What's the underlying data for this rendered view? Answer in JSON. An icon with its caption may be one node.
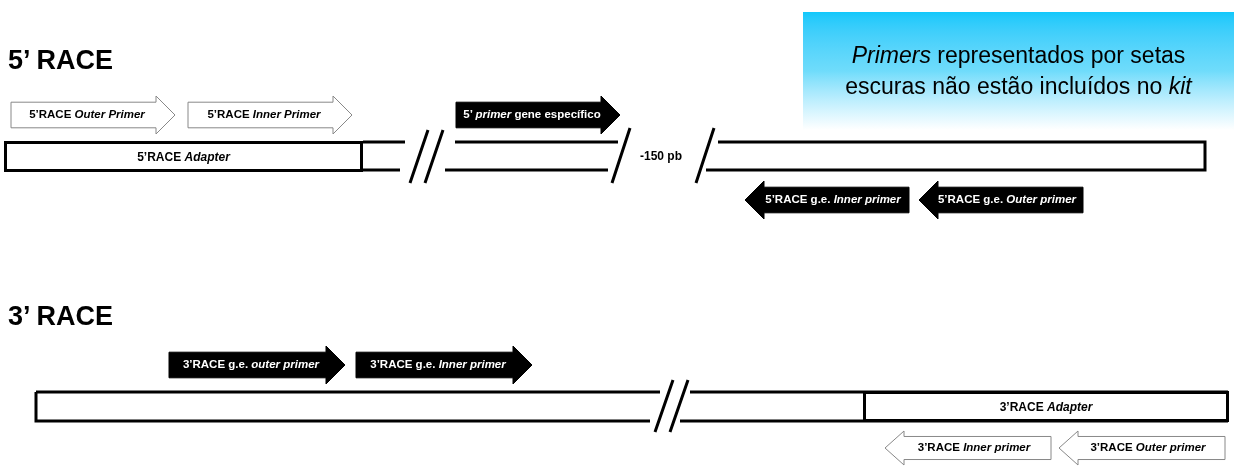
{
  "diagram": {
    "nodes": [
      {
        "text": [
          "*Primers* representados por setas escuras não estão incluídos no *kit*"
        ]
      },
      {
        "text": [
          "5’RACE *Outer Primer*"
        ]
      },
      {
        "text": [
          "5’RACE *Inner Primer*"
        ]
      },
      {
        "text": [
          "5’ *primer* gene específico"
        ]
      },
      {
        "text": [
          "5’RACE *Adapter*"
        ]
      },
      {
        "text": [
          "5’RACE g.e. *Inner primer*"
        ]
      },
      {
        "text": [
          "5’RACE g.e. *Outer primer*"
        ]
      },
      {
        "text": [
          "3’RACE g.e. *outer primer*"
        ]
      },
      {
        "text": [
          "3’RACE g.e. *Inner primer*"
        ]
      },
      {
        "text": [
          "3’RACE *Adapter*"
        ]
      },
      {
        "text": [
          "3’RACE *Inner primer*"
        ]
      },
      {
        "text": [
          "3’RACE *Outer primer*"
        ]
      }
    ],
    "edges": [],
    "labels": [
      "5’ RACE",
      "-150 pb",
      "3’ RACE"
    ]
  }
}
